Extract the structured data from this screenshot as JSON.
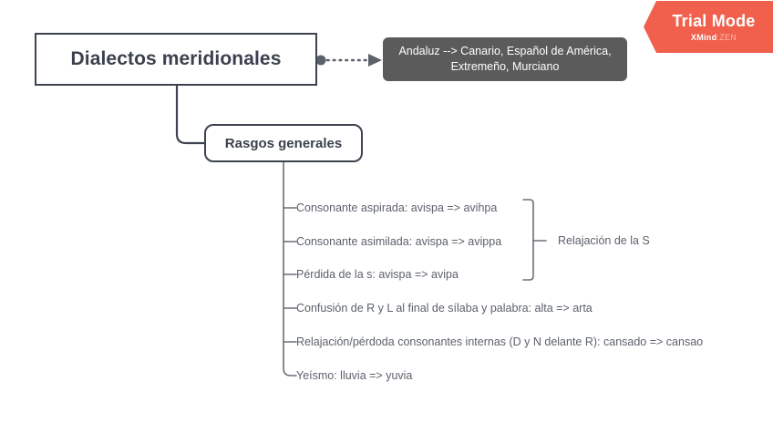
{
  "root": {
    "label": "Dialectos meridionales"
  },
  "note": {
    "label": "Andaluz --> Canario, Español de América, Extremeño, Murciano"
  },
  "subtopic": {
    "label": "Rasgos generales"
  },
  "leaves": [
    {
      "label": "Consonante aspirada: avispa => avihpa"
    },
    {
      "label": "Consonante asimilada: avispa => avippa"
    },
    {
      "label": "Pérdida de la s: avispa => avipa"
    },
    {
      "label": "Confusión de R y L al final de sílaba y palabra: alta => arta"
    },
    {
      "label": "Relajación/pérdoda consonantes internas (D y N delante R): cansado => cansao"
    },
    {
      "label": "Yeísmo: lluvia => yuvia"
    }
  ],
  "summary": {
    "label": "Relajación de la S"
  },
  "trial_badge": {
    "title": "Trial Mode",
    "brand": "XMind",
    "brand_suffix": ":ZEN"
  },
  "colors": {
    "outline": "#3d4450",
    "text_dark": "#3b414d",
    "text_muted": "#5c616b",
    "note_bg": "#5b5b5b",
    "badge_bg": "#f0604d",
    "connector": "#6a6f79",
    "canvas_bg": "#ffffff"
  }
}
